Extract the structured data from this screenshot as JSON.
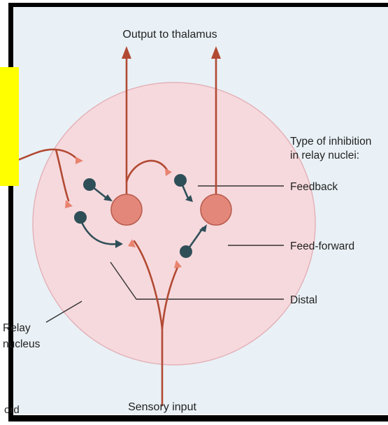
{
  "labels": {
    "top": "Output to thalamus",
    "bottom": "Sensory input",
    "type_title_line1": "Type of inhibition",
    "type_title_line2": "in relay nuclei:",
    "feedback": "Feedback",
    "feed_forward": "Feed-forward",
    "distal": "Distal",
    "relay_line1": "Relay",
    "relay_line2": "nucleus",
    "corner": "ord"
  },
  "colors": {
    "page_bg": "#e9f1f6",
    "nucleus_fill": "#f6d9dd",
    "nucleus_stroke": "#e3b3ba",
    "axon": "#b24a33",
    "relay_cell": "#e3877a",
    "interneuron": "#2f4f58",
    "highlight": "#ffff00",
    "frame": "#000000",
    "leader": "#333333"
  }
}
